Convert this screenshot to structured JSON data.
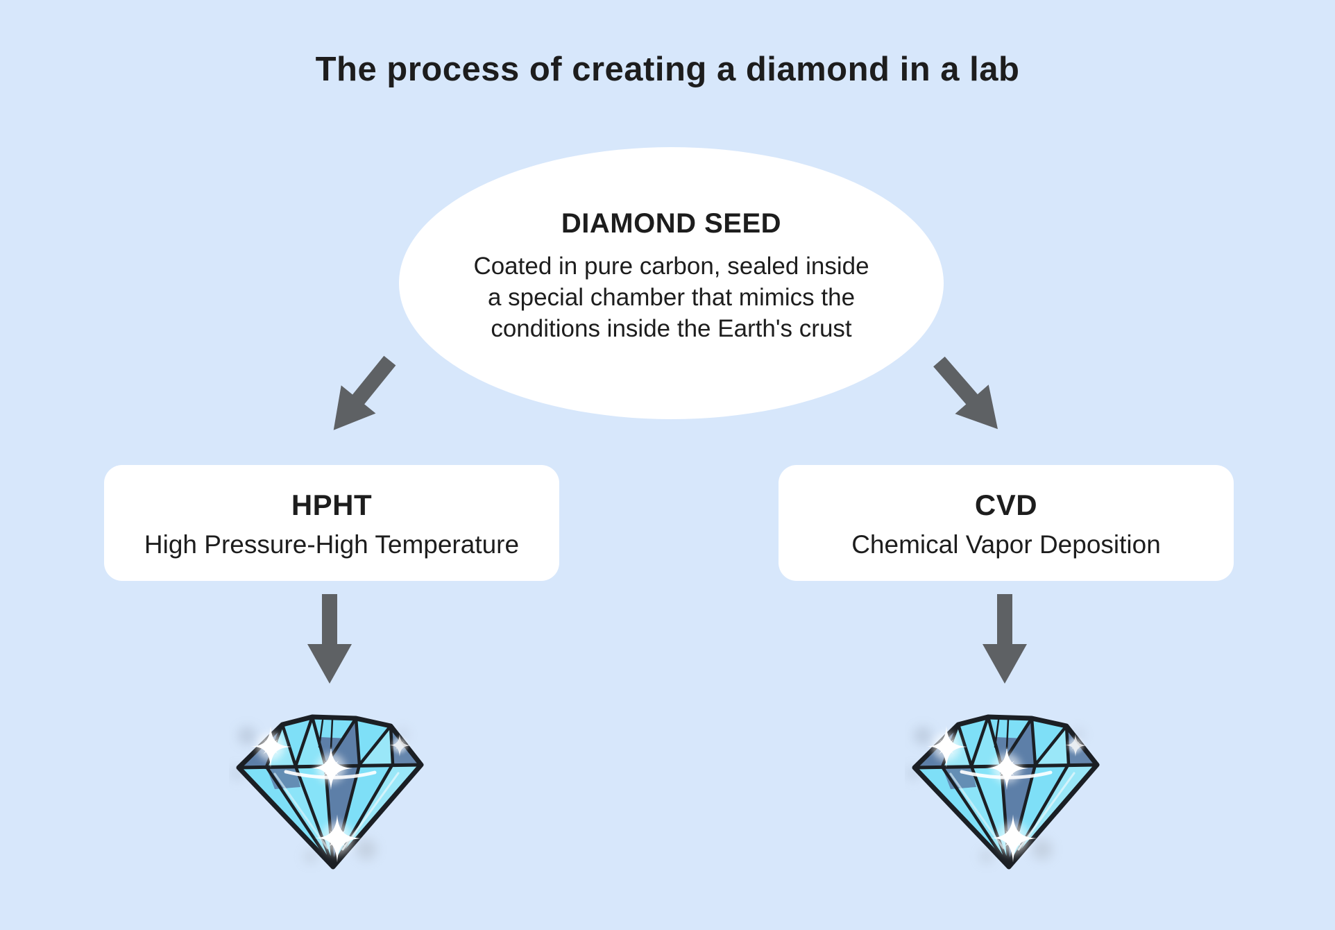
{
  "title": "The process of creating a diamond in a lab",
  "seed": {
    "heading": "DIAMOND SEED",
    "lines": [
      "Coated in pure carbon, sealed inside",
      "a special chamber that mimics the",
      "conditions inside the Earth's crust"
    ]
  },
  "methods": [
    {
      "abbr": "HPHT",
      "name": "High Pressure-High Temperature",
      "result": "diamond-illustration"
    },
    {
      "abbr": "CVD",
      "name": "Chemical Vapor Deposition",
      "result": "diamond-illustration"
    }
  ],
  "icons": {
    "branch_left": "arrow-down-left-icon",
    "branch_right": "arrow-down-right-icon",
    "hpht_down": "arrow-down-icon",
    "cvd_down": "arrow-down-icon",
    "hpht_result": "diamond-illustration",
    "cvd_result": "diamond-illustration"
  },
  "colors": {
    "background": "#d7e7fb",
    "card": "#ffffff",
    "text": "#1d1d1d",
    "arrow": "#5e6164",
    "diamond-cyan": "#7edff7",
    "diamond-cyan-2": "#8ce4f8",
    "diamond-cyan-3": "#86e3f8",
    "diamond-cyan-light": "#9ae7f8",
    "diamond-shadow": "#5d7fa8",
    "diamond-shadow-2": "#6586ad",
    "diamond-outline": "#1b1f24"
  }
}
